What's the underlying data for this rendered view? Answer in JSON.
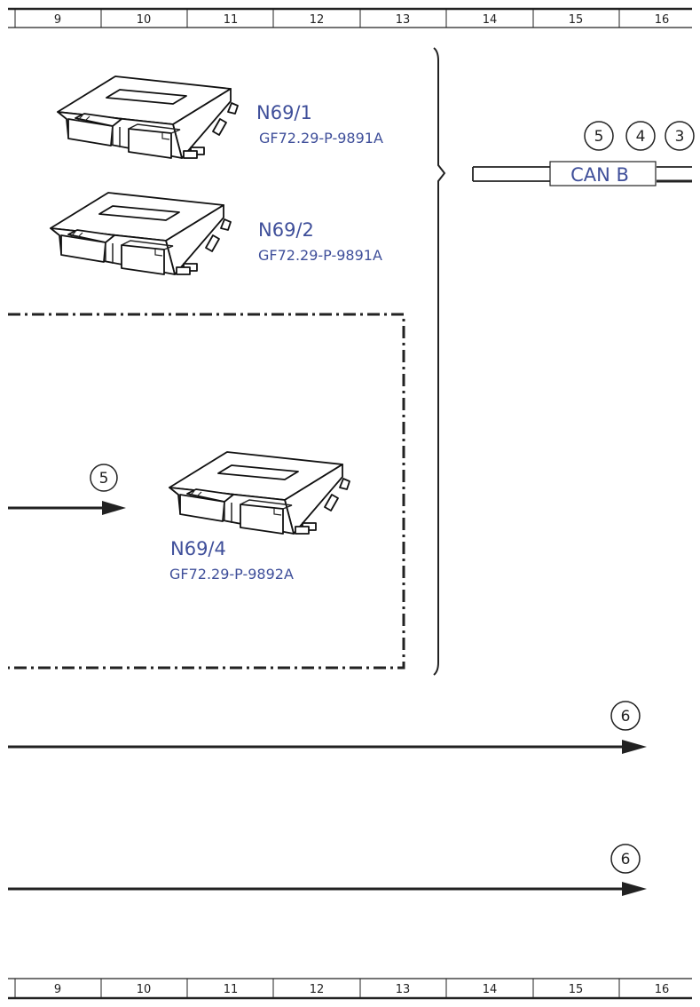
{
  "ruler": {
    "top": [
      "9",
      "10",
      "11",
      "12",
      "13",
      "14",
      "15",
      "16"
    ],
    "bottom": [
      "9",
      "10",
      "11",
      "12",
      "13",
      "14",
      "15",
      "16"
    ]
  },
  "modules": [
    {
      "name": "N69/1",
      "ref": "GF72.29-P-9891A"
    },
    {
      "name": "N69/2",
      "ref": "GF72.29-P-9891A"
    },
    {
      "name": "N69/4",
      "ref": "GF72.29-P-9892A"
    }
  ],
  "can_bus": {
    "label": "CAN B",
    "connections": [
      "5",
      "4",
      "3"
    ]
  },
  "arrows": {
    "n69_4_input": "5",
    "wire_upper": "6",
    "wire_lower": "6"
  },
  "colors": {
    "label": "#3f4f9a",
    "line": "#222222"
  }
}
